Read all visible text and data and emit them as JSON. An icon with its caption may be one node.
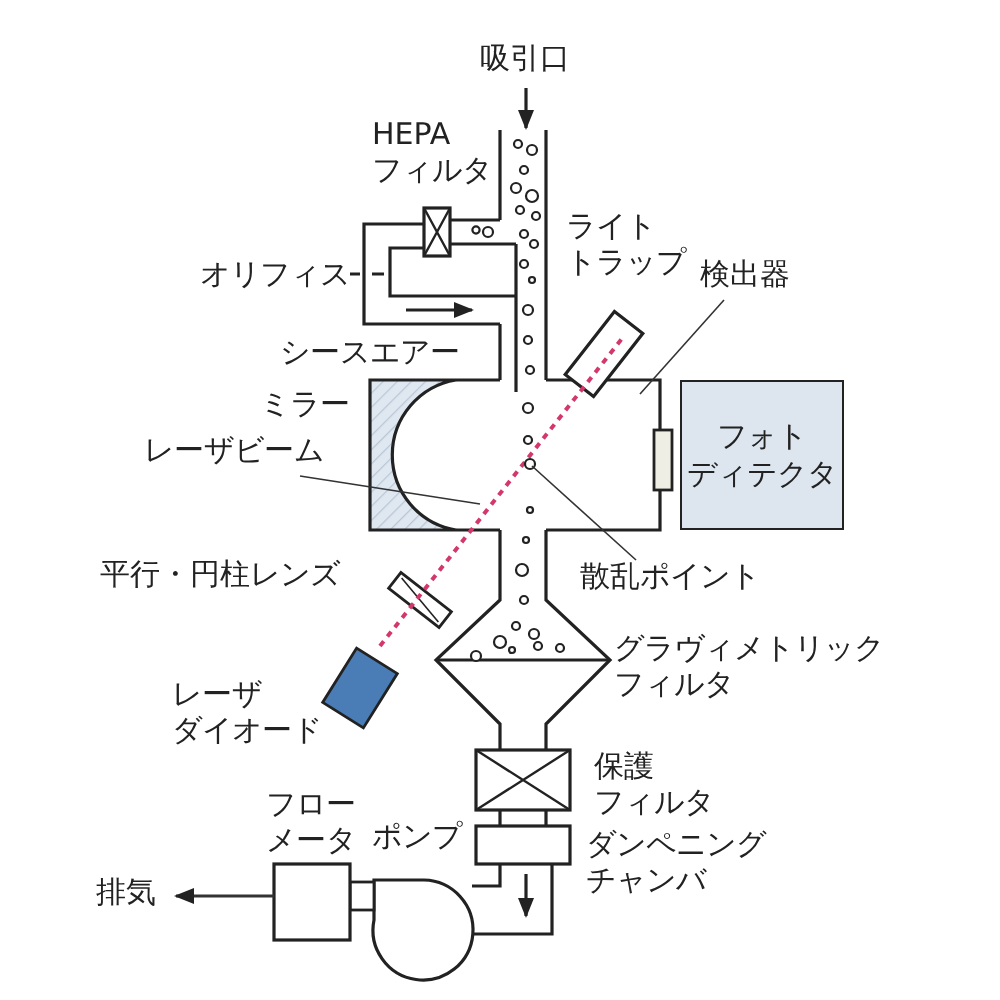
{
  "diagram": {
    "nodes": [
      {
        "text": [
          "検出器"
        ]
      },
      {
        "text": [
          "レーザビーム"
        ]
      },
      {
        "text": [
          "散乱ポイント"
        ]
      },
      {
        "text": [
          "フォトディテクタ"
        ]
      },
      {
        "text": [
          "排気"
        ]
      }
    ],
    "edges": [
      {
        "from": 0,
        "to": null,
        "arrow": "none"
      },
      {
        "from": 1,
        "to": null,
        "arrow": "none"
      },
      {
        "from": 2,
        "to": null,
        "arrow": "none"
      },
      {
        "from": null,
        "to": 4,
        "arrow": "to"
      }
    ],
    "labels": [
      "吸引口",
      "HEPAフィルタ",
      "ライトトラップ",
      "オリフィス",
      "シースエアー",
      "ミラー",
      "平行・円柱レンズ",
      "グラヴィメトリックフィルタ",
      "レーザダイオード",
      "保護フィルタ",
      "フローメータ",
      "ポンプ",
      "ダンペニングチャンバ"
    ]
  }
}
